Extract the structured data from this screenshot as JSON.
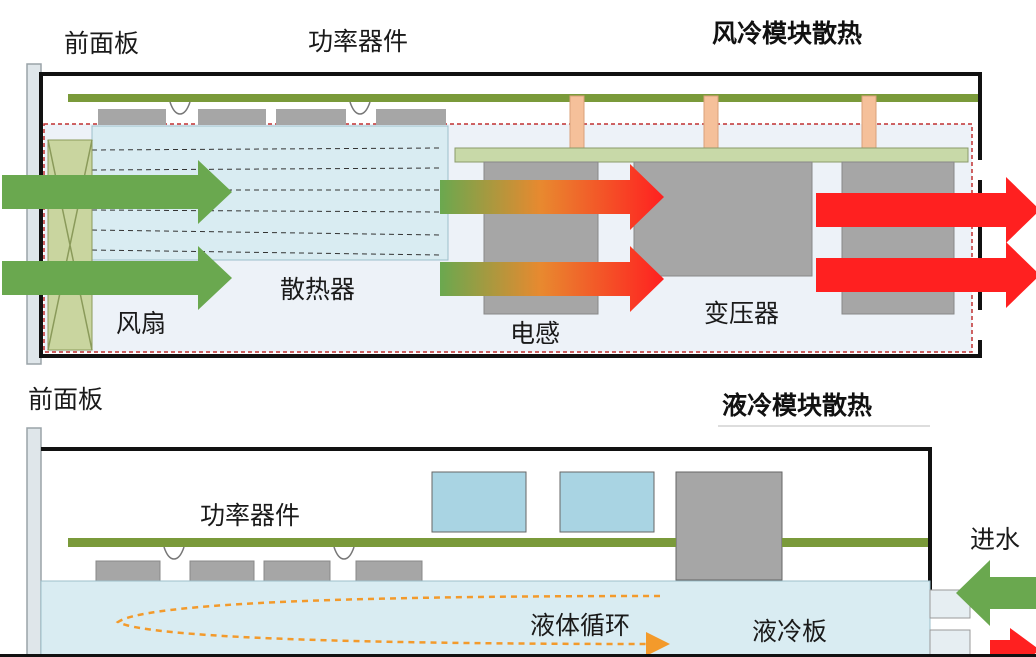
{
  "air": {
    "title": "风冷模块散热",
    "front_panel": "前面板",
    "power_devices": "功率器件",
    "fan": "风扇",
    "heatsink": "散热器",
    "inductor": "电感",
    "transformer": "变压器"
  },
  "liquid": {
    "title": "液冷模块散热",
    "front_panel": "前面板",
    "power_devices": "功率器件",
    "liquid_circulation": "液体循环",
    "cold_plate": "液冷板",
    "water_inlet": "进水"
  },
  "colors": {
    "pcb_green": "#7a9a3a",
    "board_pale_green": "#c8d9a8",
    "heatsink_blue": "#d9ecf2",
    "component_gray": "#a6a6a6",
    "fan_green": "#c9d59f",
    "arrow_green": "#6aa84f",
    "arrow_red": "#ff2020",
    "circulation_orange": "#f39a2b",
    "standoff_peach": "#f5c09a",
    "capacitor_blue": "#a9d4e3"
  }
}
